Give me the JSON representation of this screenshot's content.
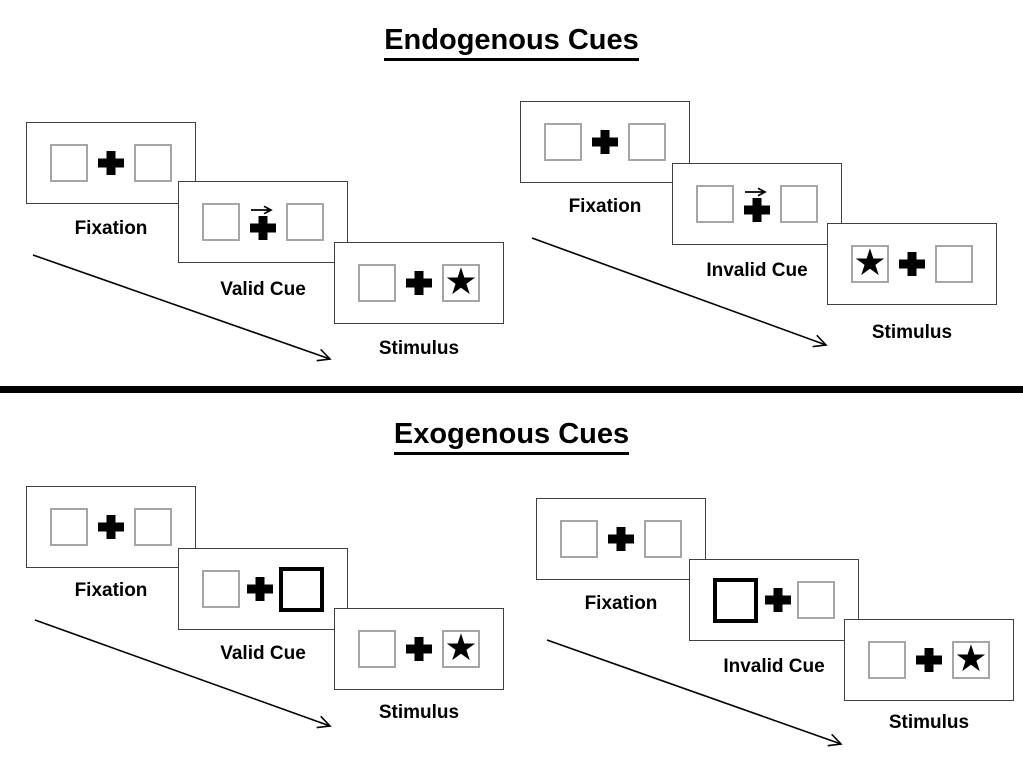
{
  "colors": {
    "background": "#ffffff",
    "panel_border": "#404040",
    "placeholder_box_border": "#a6a6a6",
    "cue_highlight_border": "#000000",
    "symbols": "#000000",
    "divider": "#000000"
  },
  "glyphs": {
    "star": "★"
  },
  "sections": [
    {
      "title": "Endogenous Cues",
      "cue_style": "central right-pointing arrow above fixation cross",
      "sequences": [
        {
          "name": "valid-trial",
          "panels": [
            {
              "label": "Fixation",
              "left_box": "empty",
              "center": "fixation-cross",
              "right_box": "empty"
            },
            {
              "label": "Valid Cue",
              "left_box": "empty",
              "center": "fixation-cross with right-arrow above",
              "right_box": "empty"
            },
            {
              "label": "Stimulus",
              "left_box": "empty",
              "center": "fixation-cross",
              "right_box": "star"
            }
          ]
        },
        {
          "name": "invalid-trial",
          "panels": [
            {
              "label": "Fixation",
              "left_box": "empty",
              "center": "fixation-cross",
              "right_box": "empty"
            },
            {
              "label": "Invalid Cue",
              "left_box": "empty",
              "center": "fixation-cross with right-arrow above",
              "right_box": "empty"
            },
            {
              "label": "Stimulus",
              "left_box": "star",
              "center": "fixation-cross",
              "right_box": "empty"
            }
          ]
        }
      ]
    },
    {
      "title": "Exogenous Cues",
      "cue_style": "peripheral box brightened (thick black border)",
      "sequences": [
        {
          "name": "valid-trial",
          "panels": [
            {
              "label": "Fixation",
              "left_box": "empty",
              "center": "fixation-cross",
              "right_box": "empty"
            },
            {
              "label": "Valid Cue",
              "left_box": "empty",
              "center": "fixation-cross",
              "right_box": "highlighted"
            },
            {
              "label": "Stimulus",
              "left_box": "empty",
              "center": "fixation-cross",
              "right_box": "star"
            }
          ]
        },
        {
          "name": "invalid-trial",
          "panels": [
            {
              "label": "Fixation",
              "left_box": "empty",
              "center": "fixation-cross",
              "right_box": "empty"
            },
            {
              "label": "Invalid Cue",
              "left_box": "highlighted",
              "center": "fixation-cross",
              "right_box": "empty"
            },
            {
              "label": "Stimulus",
              "left_box": "empty",
              "center": "fixation-cross",
              "right_box": "star"
            }
          ]
        }
      ]
    }
  ]
}
